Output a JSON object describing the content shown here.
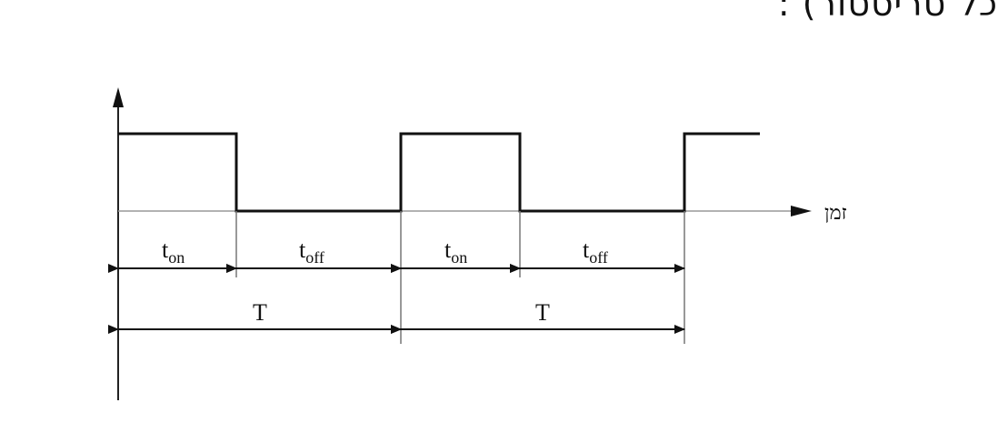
{
  "header": {
    "caption": "כל טריסטור) :"
  },
  "diagram": {
    "time_axis_label": "זמן",
    "labels": {
      "t": "t",
      "on_sub": "on",
      "off_sub": "off",
      "period": "T"
    }
  }
}
